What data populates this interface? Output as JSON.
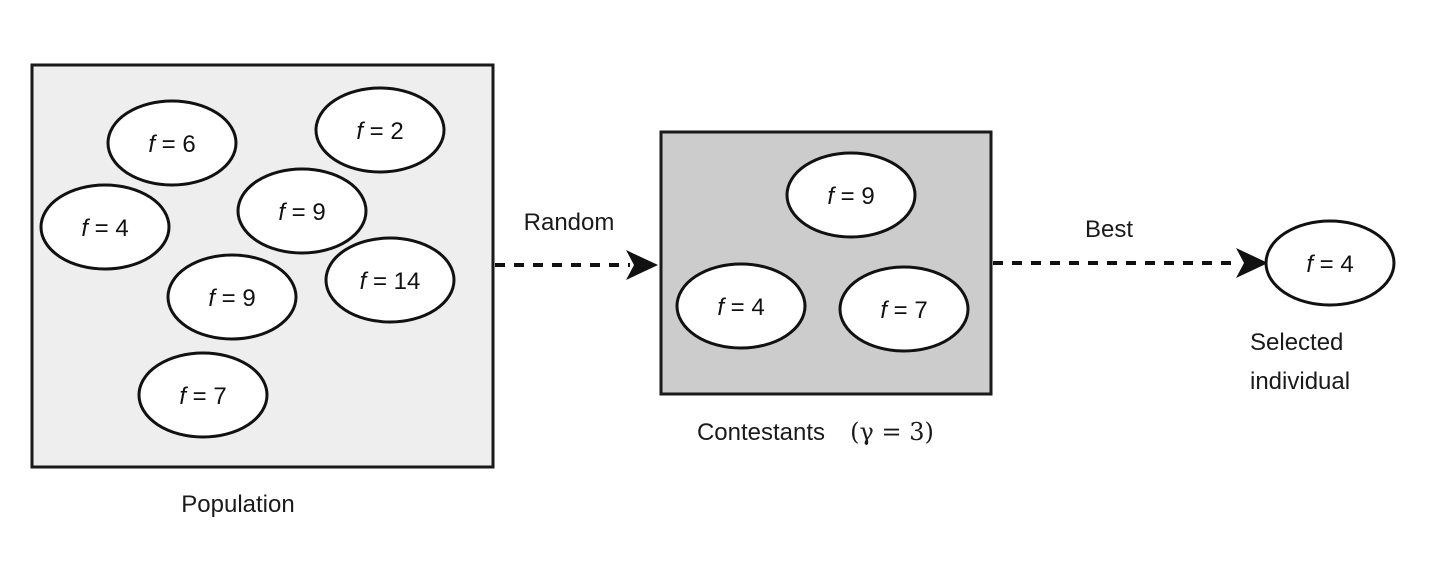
{
  "diagram": {
    "population": {
      "label": "Population",
      "fill": "#eeeeee",
      "individuals": [
        {
          "id": "p1",
          "f": "6"
        },
        {
          "id": "p2",
          "f": "2"
        },
        {
          "id": "p3",
          "f": "4"
        },
        {
          "id": "p4",
          "f": "9"
        },
        {
          "id": "p5",
          "f": "9"
        },
        {
          "id": "p6",
          "f": "14"
        },
        {
          "id": "p7",
          "f": "7"
        }
      ]
    },
    "random_label": "Random",
    "contestants": {
      "label": "Contestants",
      "gamma_label": "(γ = 3)",
      "fill": "#cccccc",
      "individuals": [
        {
          "id": "c1",
          "f": "9"
        },
        {
          "id": "c2",
          "f": "4"
        },
        {
          "id": "c3",
          "f": "7"
        }
      ]
    },
    "best_label": "Best",
    "selected": {
      "f": "4",
      "label_line1": "Selected",
      "label_line2": "individual"
    },
    "fitness_symbol": "f",
    "equals": "="
  }
}
